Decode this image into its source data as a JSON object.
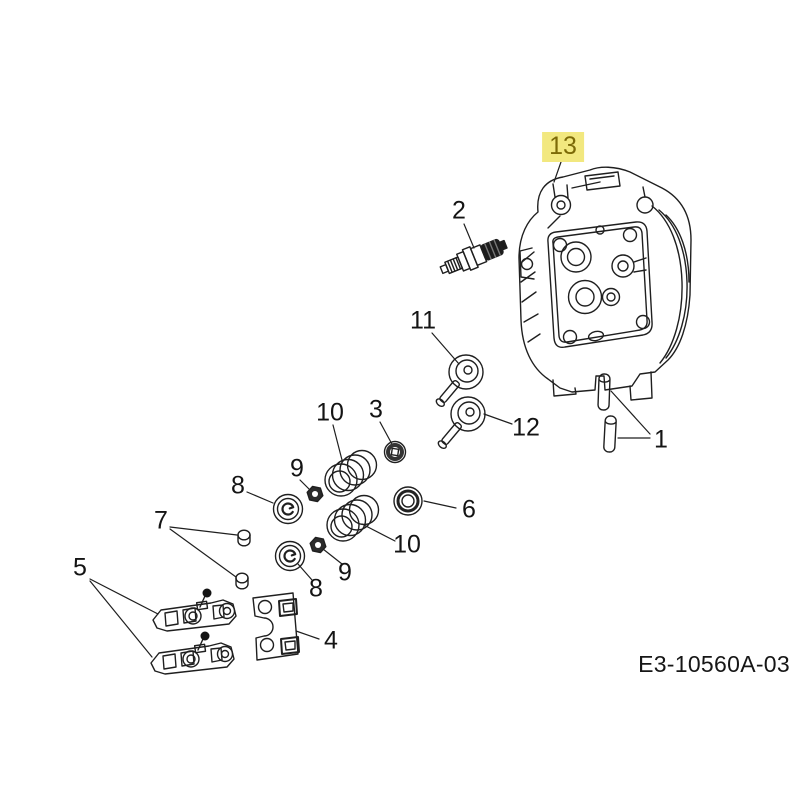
{
  "drawing_number": "E3-10560A-03",
  "colors": {
    "line": "#1f1f1f",
    "background": "#ffffff",
    "highlight_bg": "#f2e87f",
    "highlight_text": "#7c6a07",
    "dark_fill": "#2b2b2b"
  },
  "callouts": [
    {
      "label": "13",
      "highlighted": true
    },
    {
      "label": "2",
      "highlighted": false
    },
    {
      "label": "11",
      "highlighted": false
    },
    {
      "label": "12",
      "highlighted": false
    },
    {
      "label": "1",
      "highlighted": false
    },
    {
      "label": "3",
      "highlighted": false
    },
    {
      "label": "10",
      "highlighted": false
    },
    {
      "label": "9",
      "highlighted": false
    },
    {
      "label": "8",
      "highlighted": false
    },
    {
      "label": "7",
      "highlighted": false
    },
    {
      "label": "6",
      "highlighted": false
    },
    {
      "label": "10",
      "highlighted": false
    },
    {
      "label": "9",
      "highlighted": false
    },
    {
      "label": "8",
      "highlighted": false
    },
    {
      "label": "5",
      "highlighted": false
    },
    {
      "label": "4",
      "highlighted": false
    }
  ]
}
